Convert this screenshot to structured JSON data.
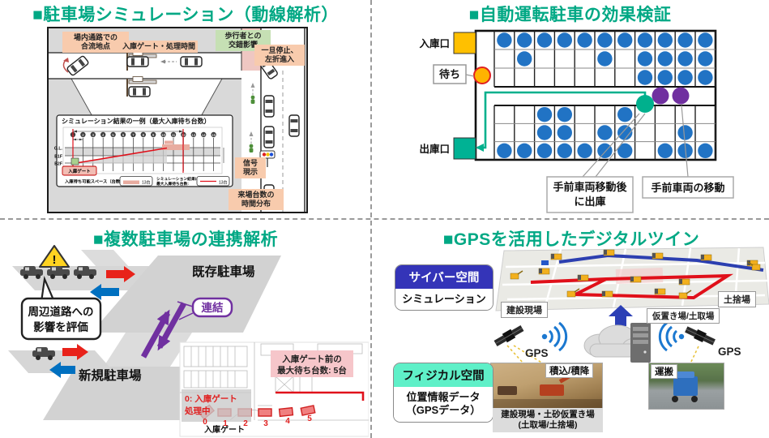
{
  "colors": {
    "title_teal": "#00A884",
    "label_orange": "#F8CBAD",
    "label_green": "#C6E0B4",
    "crosswalk_pink": "#EFC7C2",
    "car_blue": "#2173C4",
    "wait_orange": "#FFB300",
    "move_green": "#00B08D",
    "front_purple": "#7030A0",
    "entrance_yellow": "#FFC000",
    "exit_teal": "#00B294",
    "arrow_red": "#E8221A",
    "arrow_blue": "#0070C0",
    "cyber_blue": "#3434B8",
    "physical_mint": "#5FF0C8",
    "route_red": "#E0101A",
    "route_blue": "#2C3FB0"
  },
  "q1": {
    "title": "■駐車場シミュレーション（動線解析）",
    "labels": {
      "merge": [
        "場内通路での",
        "合流地点"
      ],
      "gate": "入庫ゲート・処理時間",
      "pedestrian": [
        "歩行者との",
        "交錯影響"
      ],
      "stop": [
        "一旦停止、",
        "左折進入"
      ],
      "signal": [
        "信号",
        "現示"
      ],
      "arrival": [
        "来場台数の",
        "時間分布"
      ]
    },
    "chart": {
      "title": "シミュレーション結果の一例（最大入庫待ち台数）",
      "station_count": 15,
      "levels": [
        "G.L.",
        "B1F",
        "B2F"
      ],
      "gate_label": "入庫ゲート",
      "legend_space_label": "入庫待ち可能スペース（台数）:",
      "legend_space_value": "13台",
      "legend_result_label": [
        "シミュレーション結果における",
        "最大入庫待ち台数:"
      ],
      "legend_result_value": "13台"
    }
  },
  "q2": {
    "title": "■自動運転駐車の効果検証",
    "entrance_label": "入庫口",
    "exit_label": "出庫口",
    "wait_label": "待ち",
    "callout_exit": [
      "手前車両移動後",
      "に出庫"
    ],
    "callout_move": "手前車両の移動",
    "grid": {
      "cols": 11,
      "top_bank": [
        [
          1,
          2,
          3,
          4,
          5,
          6,
          7,
          8,
          9,
          10,
          11
        ],
        [
          2,
          6,
          8,
          9,
          10,
          11
        ],
        [
          8,
          9,
          10,
          11
        ]
      ],
      "bottom_bank": [
        [
          3,
          4,
          7
        ],
        [
          3,
          4,
          6,
          7,
          10
        ],
        [
          1,
          2,
          3,
          4,
          5,
          6,
          7,
          9,
          10,
          11
        ]
      ]
    }
  },
  "q3": {
    "title": "■複数駐車場の連携解析",
    "existing_lot": "既存駐車場",
    "new_lot": "新規駐車場",
    "link_label": "連結",
    "warning_mark": "!",
    "bubble": [
      "周辺道路への",
      "影響を評価"
    ],
    "inset": {
      "max_wait": [
        "入庫ゲート前の",
        "最大待ち台数: 5台"
      ],
      "processing": [
        "0: 入庫ゲート",
        "処理中"
      ],
      "gate_label": "入庫ゲート",
      "zero": "0",
      "queue_numbers": [
        "1",
        "2",
        "3",
        "4",
        "5"
      ]
    }
  },
  "q4": {
    "title": "■GPSを活用したデジタルツイン",
    "cyber_header": "サイバー空間",
    "cyber_body": "シミュレーション",
    "physical_header": "フィジカル空間",
    "physical_body": [
      "位置情報データ",
      "（GPSデータ）"
    ],
    "map_labels": {
      "site": "建設現場",
      "temp": "仮置き場/土取場",
      "disposal": "土捨場"
    },
    "gps_left": "GPS",
    "gps_right": "GPS",
    "photo1_label": "積込/積降",
    "photo1_caption": [
      "建設現場・土砂仮置き場",
      "(土取場/土捨場)"
    ],
    "photo2_label": "運搬"
  }
}
